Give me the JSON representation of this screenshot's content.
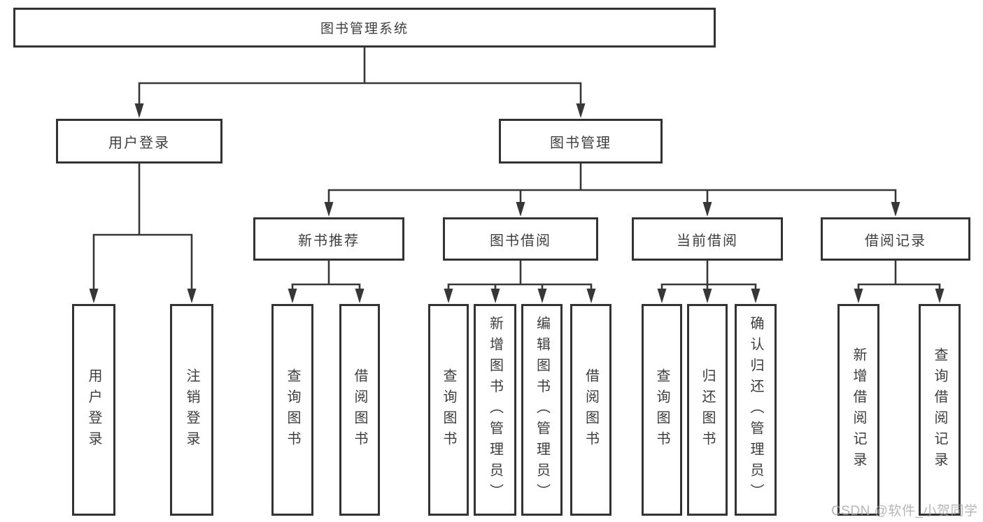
{
  "diagram": {
    "root": {
      "label": "图书管理系统"
    },
    "children": [
      {
        "label": "用户登录",
        "children": [
          {
            "label": "用户登录"
          },
          {
            "label": "注销登录"
          }
        ]
      },
      {
        "label": "图书管理",
        "children": [
          {
            "label": "新书推荐",
            "children": [
              {
                "label": "查询图书"
              },
              {
                "label": "借阅图书"
              }
            ]
          },
          {
            "label": "图书借阅",
            "children": [
              {
                "label": "查询图书"
              },
              {
                "label": "新增图书（管理员）"
              },
              {
                "label": "编辑图书（管理员）"
              },
              {
                "label": "借阅图书"
              }
            ]
          },
          {
            "label": "当前借阅",
            "children": [
              {
                "label": "查询图书"
              },
              {
                "label": "归还图书"
              },
              {
                "label": "确认归还（管理员）"
              }
            ]
          },
          {
            "label": "借阅记录",
            "children": [
              {
                "label": "新增借阅记录"
              },
              {
                "label": "查询借阅记录"
              }
            ]
          }
        ]
      }
    ]
  },
  "watermark": {
    "text": "CSDN @软件_小贺同学"
  },
  "colors": {
    "line": "#373737",
    "border": "#333333",
    "text": "#3d3d3d",
    "watermark": "#a4a4a4",
    "background": "#ffffff"
  }
}
